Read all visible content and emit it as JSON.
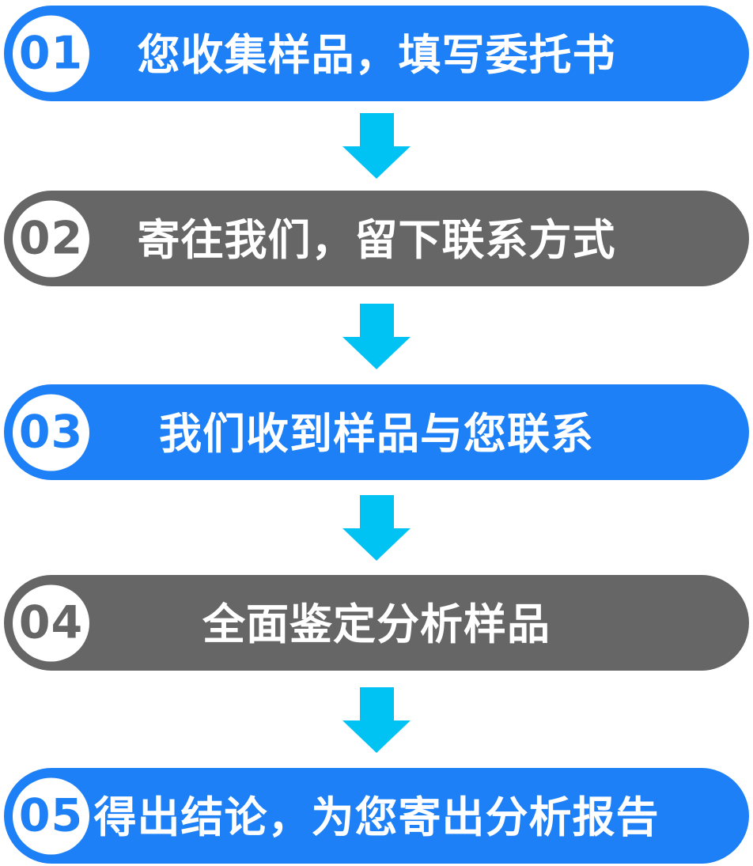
{
  "colors": {
    "step_blue": "#1E80F7",
    "step_gray": "#666666",
    "arrow_cyan": "#00C3F3",
    "badge_bg": "#FFFFFF",
    "label_text": "#FFFFFF"
  },
  "flow": {
    "steps": [
      {
        "number": "01",
        "label": "您收集样品，填写委托书",
        "variant": "blue"
      },
      {
        "number": "02",
        "label": "寄往我们，留下联系方式",
        "variant": "gray"
      },
      {
        "number": "03",
        "label": "我们收到样品与您联系",
        "variant": "blue"
      },
      {
        "number": "04",
        "label": "全面鉴定分析样品",
        "variant": "gray"
      },
      {
        "number": "05",
        "label": "得出结论，为您寄出分析报告",
        "variant": "blue"
      }
    ],
    "connector_icon": "down-arrow-icon"
  }
}
